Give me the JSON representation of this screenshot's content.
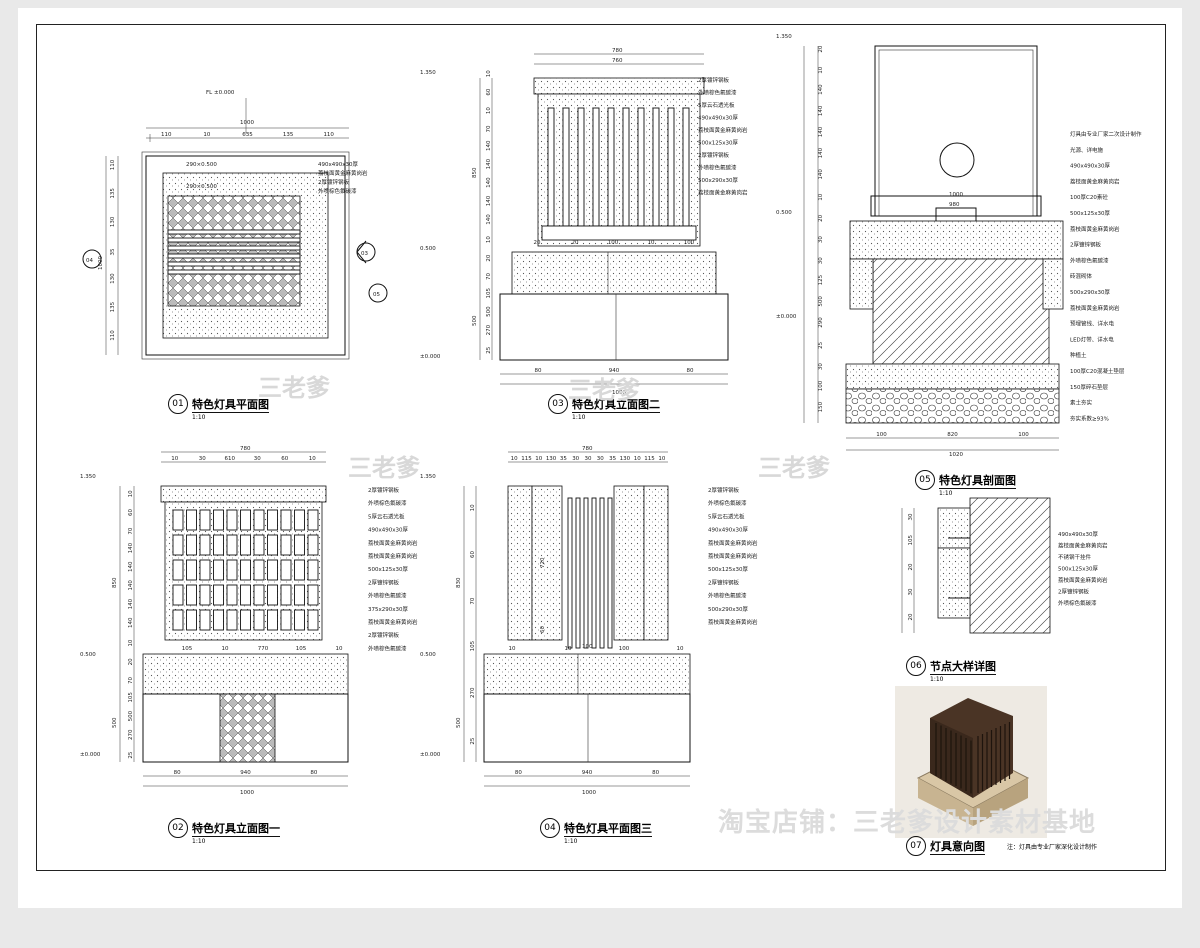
{
  "views": {
    "v01": {
      "num": "01",
      "title": "特色灯具平面图",
      "scale": "1:10",
      "top_dims": [
        "110",
        "10",
        "635",
        "135",
        "110"
      ],
      "overall": "1000",
      "fl": "FL ±0.000",
      "left_dims": [
        "110",
        "135",
        "130",
        "35",
        "130",
        "135",
        "110"
      ],
      "left_overall": "1000",
      "inner1": "290×0.500",
      "inner2": "290×0.500",
      "callouts": [
        "490x490x30厚",
        "荔枝面黄金麻黄岗岩",
        "2厚镀锌钢板",
        "外喷棕色氟碳漆"
      ],
      "markers": [
        "04",
        "03",
        "05"
      ]
    },
    "v02": {
      "num": "02",
      "title": "特色灯具立面图一",
      "scale": "1:10",
      "top_overall": "780",
      "top_dims": [
        "10",
        "30",
        "610",
        "30",
        "60",
        "10"
      ],
      "levels": [
        "1.350",
        "0.500",
        "±0.000"
      ],
      "left_dims": [
        "10",
        "60",
        "70",
        "140",
        "140",
        "140",
        "140",
        "140",
        "10",
        "20",
        "70",
        "105",
        "500",
        "270",
        "25"
      ],
      "left_labels": [
        "850",
        "500"
      ],
      "mid_dims": [
        "105",
        "10",
        "770",
        "105",
        "10"
      ],
      "bottom_dims": [
        "80",
        "940",
        "80"
      ],
      "bottom_overall": "1000",
      "callouts": [
        "2厚镀锌钢板",
        "外喷棕色氟碳漆",
        "5厚云石透光板",
        "490x490x30厚",
        "荔枝面黄金麻黄岗岩",
        "荔枝面黄金麻黄岗岩",
        "500x125x30厚",
        "2厚镀锌钢板",
        "外喷棕色氟碳漆",
        "375x290x30厚",
        "荔枝面黄金麻黄岗岩",
        "2厚镀锌钢板",
        "外喷棕色氟碳漆"
      ]
    },
    "v03": {
      "num": "03",
      "title": "特色灯具立面图二",
      "scale": "1:10",
      "top_overall": "780",
      "top_inner": "760",
      "levels": [
        "1.350",
        "0.500",
        "±0.000"
      ],
      "left_dims": [
        "10",
        "60",
        "10",
        "70",
        "140",
        "140",
        "140",
        "140",
        "140",
        "10",
        "20",
        "70",
        "105",
        "500",
        "270",
        "25"
      ],
      "left_labels": [
        "850",
        "500"
      ],
      "mid_dims": [
        "20",
        "20",
        "100",
        "10",
        "100"
      ],
      "bottom_dims": [
        "80",
        "940",
        "80"
      ],
      "bottom_overall": "1000",
      "callouts": [
        "2厚镀锌钢板",
        "外喷棕色氟碳漆",
        "5厚云石透光板",
        "490x490x30厚",
        "荔枝面黄金麻黄岗岩",
        "500x125x30厚",
        "2厚镀锌钢板",
        "外喷棕色氟碳漆",
        "500x290x30厚",
        "荔枝面黄金麻黄岗岩"
      ]
    },
    "v04": {
      "num": "04",
      "title": "特色灯具平面图三",
      "scale": "1:10",
      "top_overall": "780",
      "top_dims": [
        "10",
        "115",
        "10",
        "130",
        "35",
        "30",
        "30",
        "30",
        "35",
        "130",
        "10",
        "115",
        "10"
      ],
      "levels": [
        "1.350",
        "0.500",
        "±0.000"
      ],
      "left_labels": [
        "830",
        "500"
      ],
      "inner_dims": [
        "720",
        "60",
        "100"
      ],
      "left_dims": [
        "10",
        "60",
        "70",
        "105",
        "270",
        "25"
      ],
      "mid_dims": [
        "10",
        "10",
        "100",
        "10"
      ],
      "bottom_dims": [
        "80",
        "940",
        "80"
      ],
      "bottom_overall": "1000",
      "callouts": [
        "2厚镀锌钢板",
        "外喷棕色氟碳漆",
        "5厚云石透光板",
        "490x490x30厚",
        "荔枝面黄金麻黄岗岩",
        "荔枝面黄金麻黄岗岩",
        "500x125x30厚",
        "2厚镀锌钢板",
        "外喷棕色氟碳漆",
        "500x290x30厚",
        "荔枝面黄金麻黄岗岩"
      ]
    },
    "v05": {
      "num": "05",
      "title": "特色灯具剖面图",
      "scale": "1:10",
      "level_top": "1.350",
      "level_mid": "0.500",
      "level_zero": "±0.000",
      "left_dims": [
        "20",
        "10",
        "140",
        "140",
        "140",
        "140",
        "140",
        "10",
        "20",
        "30",
        "30",
        "125",
        "500",
        "290",
        "25",
        "30",
        "100",
        "150"
      ],
      "inner_dims": [
        "1000",
        "980"
      ],
      "bottom_dims": [
        "100",
        "820",
        "100"
      ],
      "bottom_overall": "1020",
      "callouts": [
        "灯具由专业厂家二次设计制作",
        "光源、详电施",
        "490x490x30厚",
        "荔枝面黄金麻黄岗岩",
        "100厚C20素砼",
        "500x125x30厚",
        "荔枝面黄金麻黄岗岩",
        "2厚镀锌钢板",
        "外喷棕色氟碳漆",
        "砖混砌体",
        "500x290x30厚",
        "荔枝面黄金麻黄岗岩",
        "预埋管线、详水电",
        "LED灯带、详水电",
        "种植土",
        "100厚C20混凝土垫层",
        "150厚碎石垫层",
        "素土夯实",
        "夯实系数≥93%"
      ]
    },
    "v06": {
      "num": "06",
      "title": "节点大样详图",
      "scale": "1:10",
      "left_dims": [
        "30",
        "105",
        "20",
        "30",
        "20"
      ],
      "callouts": [
        "490x490x30厚",
        "荔枝面黄金麻黄岗岩",
        "不锈钢干挂件",
        "500x125x30厚",
        "荔枝面黄金麻黄岗岩",
        "2厚镀锌钢板",
        "外喷棕色氟碳漆"
      ]
    },
    "v07": {
      "num": "07",
      "title": "灯具意向图",
      "note": "注：灯具由专业厂家深化设计制作"
    }
  },
  "watermarks": [
    "三老爹",
    "三老爹",
    "三老爹",
    "三老爹",
    "淘宝店铺：三老爹设计素材基地"
  ],
  "colors": {
    "paper": "#ffffff",
    "background": "#e9e9e9",
    "ink": "#111111",
    "wood": "#4a3425",
    "stone": "#d9c7a6"
  }
}
